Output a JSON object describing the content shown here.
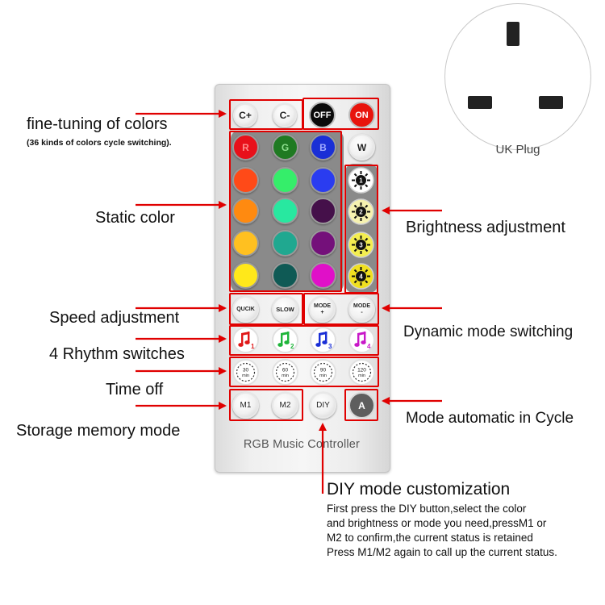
{
  "plug": {
    "label": "UK Plug"
  },
  "remote": {
    "brand": "RGB Music Controller",
    "buttons": {
      "c_plus": "C+",
      "c_minus": "C-",
      "off": "OFF",
      "on": "ON",
      "r": "R",
      "g": "G",
      "b": "B",
      "w": "W",
      "quick": "QUCIK",
      "slow": "SLOW",
      "mode_plus": "MODE",
      "mode_plus_sign": "+",
      "mode_minus": "MODE",
      "mode_minus_sign": "-",
      "m1": "M1",
      "m2": "M2",
      "diy": "DIY",
      "auto": "A"
    },
    "color_grid": [
      [
        "#e8101a",
        "#1f7a22",
        "#1a2fd6"
      ],
      [
        "#ff4a18",
        "#35ee6a",
        "#2a3cf0"
      ],
      [
        "#ff8a10",
        "#28e8a0",
        "#45104a"
      ],
      [
        "#ffc020",
        "#20a890",
        "#74107a"
      ],
      [
        "#ffe81a",
        "#0f5a55",
        "#e010c8"
      ]
    ],
    "rgb_letter_colors": {
      "r": "#ff6a6a",
      "g": "#7ee07e",
      "b": "#7f8cff"
    },
    "brightness_levels": [
      "1",
      "2",
      "3",
      "4"
    ],
    "rhythm": [
      {
        "num": "1",
        "color": "#e01818"
      },
      {
        "num": "2",
        "color": "#1fb53a"
      },
      {
        "num": "3",
        "color": "#1a2fd6"
      },
      {
        "num": "4",
        "color": "#c818c8"
      }
    ],
    "timers": [
      {
        "value": "30",
        "unit": "min"
      },
      {
        "value": "60",
        "unit": "min"
      },
      {
        "value": "90",
        "unit": "min"
      },
      {
        "value": "120",
        "unit": "min"
      }
    ]
  },
  "labels": {
    "fine_tuning": "fine-tuning of colors",
    "fine_tuning_sub": "(36 kinds of colors cycle switching).",
    "static_color": "Static color",
    "speed": "Speed adjustment",
    "rhythm": "4 Rhythm switches",
    "time_off": "Time off",
    "storage": "Storage memory mode",
    "brightness": "Brightness adjustment",
    "dynamic": "Dynamic mode switching",
    "auto_cycle": "Mode automatic in Cycle",
    "diy_title": "DIY mode customization",
    "diy_desc": [
      "First press the DIY button,select the color",
      "and brightness or mode you need,pressM1 or",
      "M2 to confirm,the current status is retained",
      "Press M1/M2 again to call up the current status."
    ]
  },
  "colors": {
    "accent_red": "#e00000",
    "panel_gray": "#8a8a8a"
  }
}
